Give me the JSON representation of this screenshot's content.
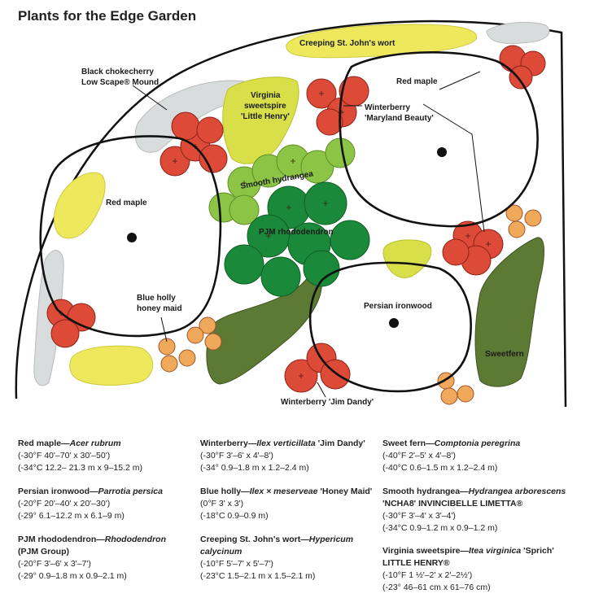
{
  "title": "Plants for the Edge Garden",
  "colors": {
    "red_shrub": "#dd4a38",
    "yellow_plant": "#ede85c",
    "grey_plant": "#d9dcdc",
    "light_green": "#8cc446",
    "dark_green": "#1a8a3a",
    "olive": "#5c7a34",
    "orange": "#f0a85a"
  },
  "labels": {
    "creeping_st_johns_wort": "Creeping St. John's wort",
    "black_chokecherry_1": "Black chokecherry",
    "black_chokecherry_2": "Low Scape® Mound",
    "virginia_1": "Virginia",
    "virginia_2": "sweetspire",
    "virginia_3": "'Little Henry'",
    "red_maple_top": "Red maple",
    "winterberry_md_1": "Winterberry",
    "winterberry_md_2": "'Maryland Beauty'",
    "smooth_hydrangea": "Smooth hydrangea",
    "red_maple_left": "Red maple",
    "pjm_1": "PJM rhododendron",
    "blue_holly_1": "Blue holly",
    "blue_holly_2": "honey maid",
    "persian_ironwood": "Persian ironwood",
    "sweetfern": "Sweetfern",
    "winterberry_jd": "Winterberry 'Jim Dandy'"
  },
  "legend": [
    {
      "common": "Red maple—",
      "latin": "Acer rubrum",
      "extra": "",
      "lines": [
        "(-30°F 40'–70' x 30'–50')",
        "(-34°C 12.2– 21.3 m x 9–15.2 m)"
      ]
    },
    {
      "common": "Persian ironwood—",
      "latin": "Parrotia persica",
      "extra": "",
      "lines": [
        "(-20°F 20'–40' x 20'–30')",
        "(-29° 6.1–12.2 m x 6.1–9 m)"
      ]
    },
    {
      "common": "PJM rhododendron—",
      "latin": "Rhododendron",
      "extra": "(PJM Group)",
      "lines": [
        "(-20°F 3'–6' x 3'–7')",
        "(-29° 0.9–1.8 m x 0.9–2.1 m)"
      ]
    },
    {
      "common": "Winterberry—",
      "latin": "Ilex verticillata",
      "extra": " 'Jim Dandy'",
      "lines": [
        "(-30°F 3'–6' x 4'–8')",
        "(-34° 0.9–1.8 m x 1.2–2.4 m)"
      ]
    },
    {
      "common": "Blue holly—",
      "latin": "Ilex × meserveae",
      "extra": " 'Honey Maid'",
      "lines": [
        "(0°F 3' x 3')",
        "(-18°C 0.9–0.9 m)"
      ]
    },
    {
      "common": "Creeping St. John's wort—",
      "latin": "Hypericum calycinum",
      "extra": "",
      "lines": [
        "(-10°F 5'–7' x 5'–7')",
        "(-23°C 1.5–2.1 m x 1.5–2.1 m)"
      ]
    },
    {
      "common": "Sweet fern—",
      "latin": "Comptonia peregrina",
      "extra": "",
      "lines": [
        "(-40°F 2'–5' x 4'–8')",
        "(-40°C 0.6–1.5 m x 1.2–2.4 m)"
      ]
    },
    {
      "common": "Smooth hydrangea—",
      "latin": "Hydrangea arborescens",
      "extra": " 'NCHA8' INVINCIBELLE LIMETTA®",
      "lines": [
        "(-30°F 3'–4' x 3'–4')",
        "(-34°C 0.9–1.2 m x 0.9–1.2 m)"
      ]
    },
    {
      "common": "Virginia sweetspire—",
      "latin": "Itea virginica",
      "extra": " 'Sprich' LITTLE HENRY®",
      "lines": [
        "(-10°F 1 ½'–2' x 2'–2½')",
        "(-23° 46–61 cm x 61–76 cm)"
      ]
    }
  ]
}
